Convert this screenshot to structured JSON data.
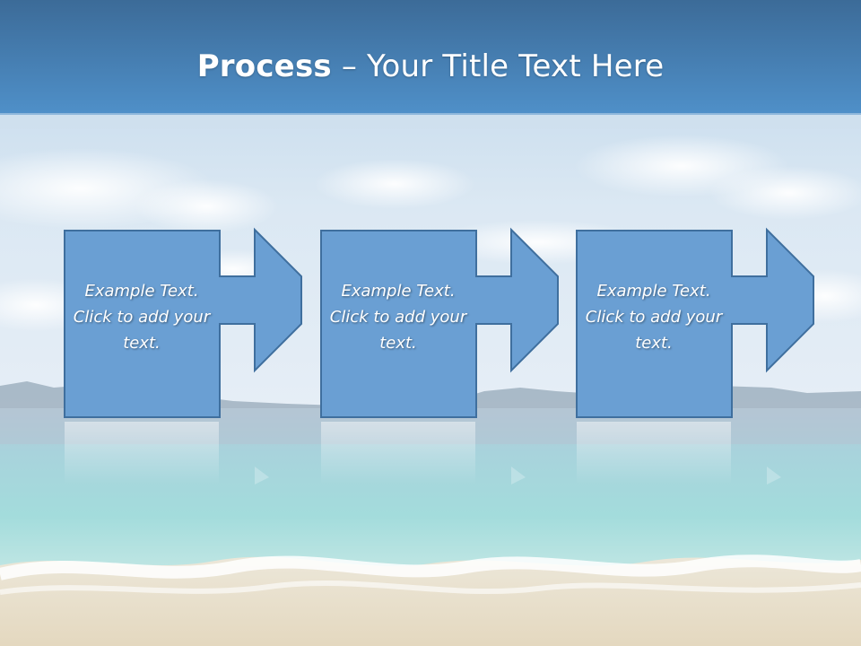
{
  "slide": {
    "title_bold": "Process",
    "title_rest": " – Your Title Text Here",
    "steps": [
      {
        "text": "Example Text. Click  to add your text."
      },
      {
        "text": "Example Text. Click  to add your text."
      },
      {
        "text": "Example Text. Click  to add your text."
      }
    ]
  },
  "colors": {
    "box_fill": "#6a9fd3",
    "box_stroke": "#3f6f9e",
    "header_top": "#3f72a2",
    "header_bottom": "#4f8ec6",
    "sky": "#d6e6f3",
    "sea": "#9fd6d9",
    "sand": "#e9e0cd"
  }
}
